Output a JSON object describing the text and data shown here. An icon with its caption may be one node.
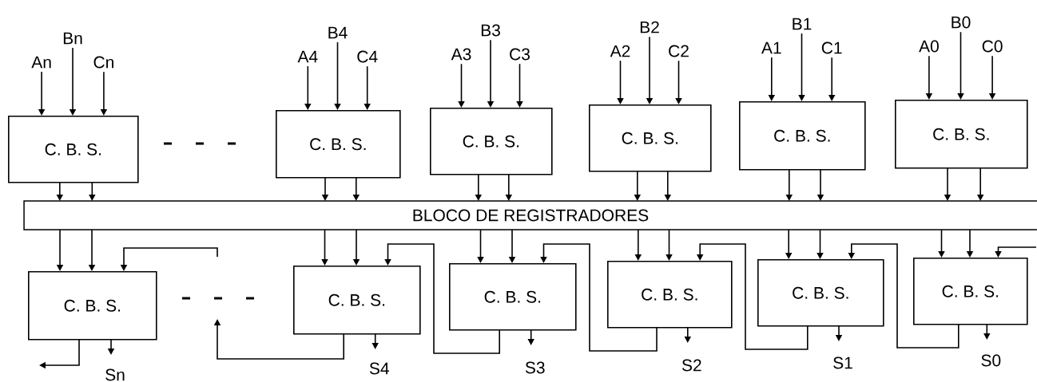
{
  "diagram": {
    "nodes": [
      {
        "text": [
          "Bn"
        ]
      },
      {
        "text": [
          "An"
        ]
      },
      {
        "text": [
          "Cn"
        ]
      },
      {
        "text": [
          "C. B. S."
        ]
      },
      {
        "text": [
          "B4"
        ]
      },
      {
        "text": [
          "A4"
        ]
      },
      {
        "text": [
          "C4"
        ]
      },
      {
        "text": [
          "C. B. S."
        ]
      },
      {
        "text": [
          "B3"
        ]
      },
      {
        "text": [
          "A3"
        ]
      },
      {
        "text": [
          "C3"
        ]
      },
      {
        "text": [
          "C. B. S."
        ]
      },
      {
        "text": [
          "B2"
        ]
      },
      {
        "text": [
          "A2"
        ]
      },
      {
        "text": [
          "C2"
        ]
      },
      {
        "text": [
          "C. B. S."
        ]
      },
      {
        "text": [
          "B1"
        ]
      },
      {
        "text": [
          "A1"
        ]
      },
      {
        "text": [
          "C1"
        ]
      },
      {
        "text": [
          "C. B. S."
        ]
      },
      {
        "text": [
          "B0"
        ]
      },
      {
        "text": [
          "A0"
        ]
      },
      {
        "text": [
          "C0"
        ]
      },
      {
        "text": [
          "C. B. S."
        ]
      },
      {
        "text": [
          "BLOCO DE REGISTRADORES"
        ]
      },
      {
        "text": [
          "C. B. S."
        ]
      },
      {
        "text": [
          "C. B. S."
        ]
      },
      {
        "text": [
          "C. B. S."
        ]
      },
      {
        "text": [
          "C. B. S."
        ]
      },
      {
        "text": [
          "C. B. S."
        ]
      },
      {
        "text": [
          "C. B. S."
        ]
      },
      {
        "text": [
          "Sn"
        ]
      },
      {
        "text": [
          "S4"
        ]
      },
      {
        "text": [
          "S3"
        ]
      },
      {
        "text": [
          "S2"
        ]
      },
      {
        "text": [
          "S1"
        ]
      },
      {
        "text": [
          "S0"
        ]
      }
    ],
    "edges": [
      {
        "from": 1,
        "to": 3,
        "arrow": "to"
      },
      {
        "from": 0,
        "to": 3,
        "arrow": "to"
      },
      {
        "from": 2,
        "to": 3,
        "arrow": "to"
      },
      {
        "from": 5,
        "to": 7,
        "arrow": "to"
      },
      {
        "from": 4,
        "to": 7,
        "arrow": "to"
      },
      {
        "from": 6,
        "to": 7,
        "arrow": "to"
      },
      {
        "from": 9,
        "to": 11,
        "arrow": "to"
      },
      {
        "from": 8,
        "to": 11,
        "arrow": "to"
      },
      {
        "from": 10,
        "to": 11,
        "arrow": "to"
      },
      {
        "from": 13,
        "to": 15,
        "arrow": "to"
      },
      {
        "from": 12,
        "to": 15,
        "arrow": "to"
      },
      {
        "from": 14,
        "to": 15,
        "arrow": "to"
      },
      {
        "from": 17,
        "to": 19,
        "arrow": "to"
      },
      {
        "from": 16,
        "to": 19,
        "arrow": "to"
      },
      {
        "from": 18,
        "to": 19,
        "arrow": "to"
      },
      {
        "from": 21,
        "to": 23,
        "arrow": "to"
      },
      {
        "from": 20,
        "to": 23,
        "arrow": "to"
      },
      {
        "from": 22,
        "to": 23,
        "arrow": "to"
      },
      {
        "from": 3,
        "to": 24,
        "arrow": "to"
      },
      {
        "from": 3,
        "to": 24,
        "arrow": "to"
      },
      {
        "from": 7,
        "to": 24,
        "arrow": "to"
      },
      {
        "from": 7,
        "to": 24,
        "arrow": "to"
      },
      {
        "from": 11,
        "to": 24,
        "arrow": "to"
      },
      {
        "from": 11,
        "to": 24,
        "arrow": "to"
      },
      {
        "from": 15,
        "to": 24,
        "arrow": "to"
      },
      {
        "from": 15,
        "to": 24,
        "arrow": "to"
      },
      {
        "from": 19,
        "to": 24,
        "arrow": "to"
      },
      {
        "from": 19,
        "to": 24,
        "arrow": "to"
      },
      {
        "from": 23,
        "to": 24,
        "arrow": "to"
      },
      {
        "from": 23,
        "to": 24,
        "arrow": "to"
      },
      {
        "from": 24,
        "to": 25,
        "arrow": "to"
      },
      {
        "from": 24,
        "to": 25,
        "arrow": "to"
      },
      {
        "from": 24,
        "to": 26,
        "arrow": "to"
      },
      {
        "from": 24,
        "to": 26,
        "arrow": "to"
      },
      {
        "from": 24,
        "to": 27,
        "arrow": "to"
      },
      {
        "from": 24,
        "to": 27,
        "arrow": "to"
      },
      {
        "from": 24,
        "to": 28,
        "arrow": "to"
      },
      {
        "from": 24,
        "to": 28,
        "arrow": "to"
      },
      {
        "from": 24,
        "to": 29,
        "arrow": "to"
      },
      {
        "from": 24,
        "to": 29,
        "arrow": "to"
      },
      {
        "from": 24,
        "to": 30,
        "arrow": "to"
      },
      {
        "from": 24,
        "to": 30,
        "arrow": "to"
      },
      {
        "from": null,
        "to": 25,
        "arrow": "to"
      },
      {
        "from": 26,
        "to": null,
        "arrow": "to"
      },
      {
        "from": 28,
        "to": 27,
        "arrow": "to"
      },
      {
        "from": 27,
        "to": 26,
        "arrow": "to"
      },
      {
        "from": 29,
        "to": 28,
        "arrow": "to"
      },
      {
        "from": 30,
        "to": 29,
        "arrow": "to"
      },
      {
        "from": null,
        "to": 30,
        "arrow": "to"
      },
      {
        "from": 25,
        "to": null,
        "arrow": "to"
      },
      {
        "from": 25,
        "to": 31,
        "arrow": "to"
      },
      {
        "from": 26,
        "to": 32,
        "arrow": "to"
      },
      {
        "from": 27,
        "to": 33,
        "arrow": "to"
      },
      {
        "from": 28,
        "to": 34,
        "arrow": "to"
      },
      {
        "from": 29,
        "to": 35,
        "arrow": "to"
      },
      {
        "from": 30,
        "to": 36,
        "arrow": "to"
      }
    ]
  }
}
